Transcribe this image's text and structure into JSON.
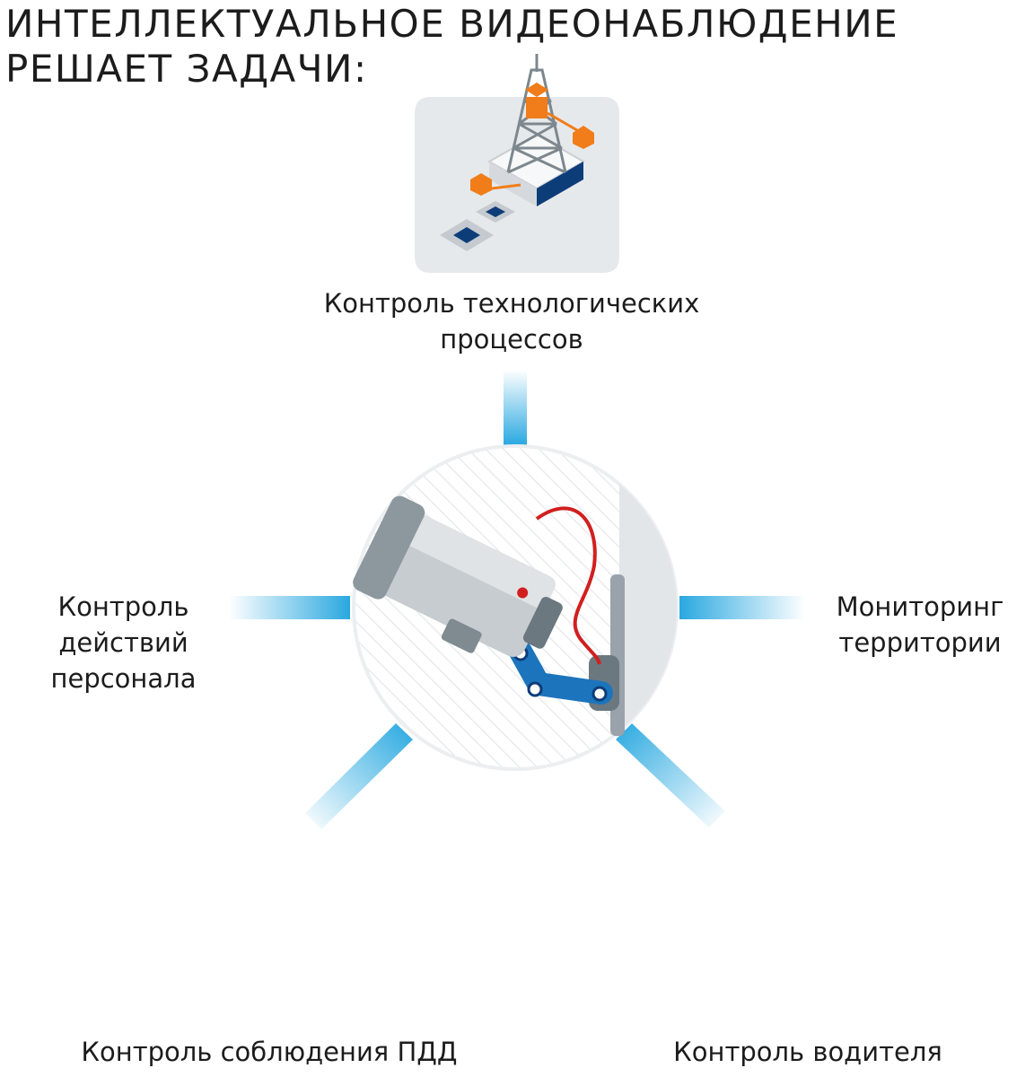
{
  "title": {
    "line1": "ИНТЕЛЛЕКТУАЛЬНОЕ ВИДЕОНАБЛЮДЕНИЕ",
    "line2": "РЕШАЕТ ЗАДАЧИ:"
  },
  "tasks": {
    "process_control": {
      "line1": "Контроль технологических",
      "line2": "процессов",
      "icon": "power-tower-icon"
    },
    "staff_control": {
      "line1": "Контроль",
      "line2": "действий",
      "line3": "персонала",
      "icon": "workers-icon"
    },
    "territory_monitoring": {
      "line1": "Мониторинг",
      "line2": "территории",
      "icon": "factory-icon"
    },
    "traffic_control": {
      "line1": "Контроль соблюдения ПДД",
      "icon": "traffic-light-icon"
    },
    "driver_control": {
      "line1": "Контроль водителя",
      "icon": "car-key-icon"
    }
  },
  "center": {
    "icon": "security-camera-icon"
  },
  "colors": {
    "connector": "#29a8e0",
    "orange": "#f07d1a",
    "navy": "#0d3d79",
    "blue": "#1c75bc",
    "light_gray": "#e6e9ec",
    "camera_gray": "#b9bfc4",
    "cable_red": "#d11f1f"
  }
}
